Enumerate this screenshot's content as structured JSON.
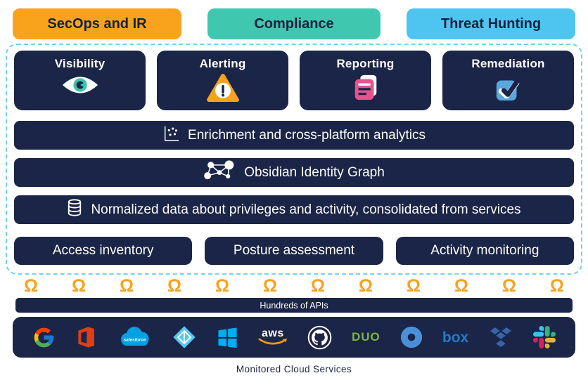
{
  "use_cases": [
    {
      "label": "SecOps and IR",
      "color": "#F9A21B"
    },
    {
      "label": "Compliance",
      "color": "#3FC8AF"
    },
    {
      "label": "Threat Hunting",
      "color": "#4EC5F0"
    }
  ],
  "platform": {
    "capabilities": [
      {
        "label": "Visibility",
        "icon": "eye-icon"
      },
      {
        "label": "Alerting",
        "icon": "warning-triangle-icon"
      },
      {
        "label": "Reporting",
        "icon": "report-document-icon"
      },
      {
        "label": "Remediation",
        "icon": "checkbox-icon"
      }
    ],
    "layers": [
      {
        "label": "Enrichment and cross-platform analytics",
        "icon": "scatter-plot-icon"
      },
      {
        "label": "Obsidian Identity Graph",
        "icon": "network-graph-icon"
      },
      {
        "label": "Normalized data about privileges and activity, consolidated from services",
        "icon": "database-icon"
      }
    ],
    "functions": [
      {
        "label": "Access inventory"
      },
      {
        "label": "Posture assessment"
      },
      {
        "label": "Activity monitoring"
      }
    ]
  },
  "connectors": {
    "symbol": "Ω",
    "count": 12,
    "color": "#F9A21B"
  },
  "api_bar": {
    "label": "Hundreds of APIs"
  },
  "services_bar": {
    "logos": [
      "google",
      "microsoft-office",
      "salesforce",
      "azure-active-directory",
      "microsoft-windows",
      "aws",
      "github",
      "duo",
      "okta",
      "box",
      "dropbox",
      "slack"
    ],
    "logo_text": {
      "aws": "aws",
      "duo": "DUO",
      "box": "box",
      "salesforce": "salesforce"
    }
  },
  "caption": "Monitored Cloud Services",
  "colors": {
    "navy": "#1B2547",
    "orange": "#F9A21B",
    "teal": "#3FC8AF",
    "sky_blue": "#4EC5F0",
    "dashed_border": "#74D2F6",
    "report_pink": "#E8528F",
    "check_blue": "#59A8DD"
  }
}
